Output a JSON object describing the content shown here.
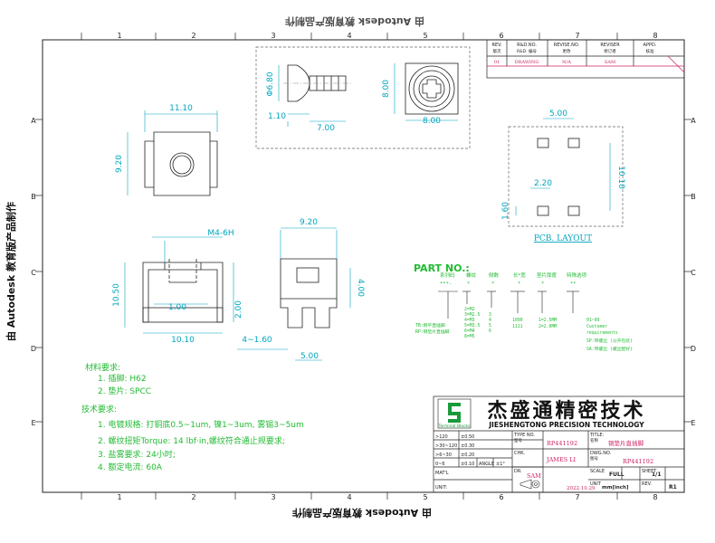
{
  "stamp": {
    "text": "由 Autodesk 教育版产品制作"
  },
  "grid": {
    "cols": [
      "1",
      "2",
      "3",
      "4",
      "5",
      "6",
      "7",
      "8"
    ],
    "rows": [
      "A",
      "B",
      "C",
      "D",
      "E"
    ]
  },
  "revision": {
    "headers": [
      {
        "en": "REV.",
        "cn": "版次"
      },
      {
        "en": "R&D.NO.",
        "cn": "R&D. 编号"
      },
      {
        "en": "REVISE.NO.",
        "cn": "更改"
      },
      {
        "en": "REVISER",
        "cn": "修订者"
      },
      {
        "en": "APPD.",
        "cn": "核准"
      }
    ],
    "row": [
      "01",
      "DRAWING",
      "N/A",
      "SAM",
      ""
    ]
  },
  "dims": {
    "top_view": {
      "width": "11.10",
      "height": "9.20"
    },
    "screw": {
      "diameter": "Φ6.80",
      "length": "7.00",
      "head": "1.10"
    },
    "square": {
      "width": "8.00",
      "height": "8.00"
    },
    "pcb": {
      "pitch_x": "5.00",
      "pitch_y": "10.10",
      "pad_x": "2.20",
      "pad_y": "1.60",
      "label": "PCB. LAYOUT"
    },
    "front": {
      "thread": "M4-6H",
      "height": "10.50",
      "inner": "1.00",
      "base": "10.10",
      "leg": "2.00"
    },
    "side": {
      "width": "9.20",
      "height": "4.00",
      "offset": "4~1.60",
      "bottom": "5.00"
    }
  },
  "part_no": {
    "title": "PART NO.:",
    "headers": [
      "系列码",
      "螺纹",
      "侧数",
      "长*宽",
      "垫片厚度",
      "特殊选项"
    ],
    "code": [
      "***-",
      "*",
      "*",
      "*",
      "*",
      "**"
    ],
    "series": [
      "TB:铜平直插脚",
      "RP:铜垫片直插脚"
    ],
    "thread": [
      "2=M2",
      "3=M2.5",
      "4=M3",
      "5=M3.5",
      "6=M4",
      "8=M5"
    ],
    "sides": [
      "3",
      "4",
      "5",
      "6"
    ],
    "size": [
      "1090",
      "1111"
    ],
    "thick": [
      "1=2.5MM",
      "2=2.0MM"
    ],
    "special": [
      "01~99",
      "Customer",
      "requirements",
      "SP:带螺丝 (分开包装)",
      "SA:带螺丝 (螺丝配好)"
    ]
  },
  "material": {
    "title": "材料要求:",
    "items": [
      "1. 插脚: H62",
      "2. 垫片: SPCC"
    ]
  },
  "tech": {
    "title": "技术要求:",
    "items": [
      "1. 电镀规格: 打铜底0.5~1um, 镍1~3um, 雾锡3~5um",
      "2. 螺纹扭矩Torque: 14 lbf·in,螺纹符合通止规要求;",
      "3. 盐雾要求: 24小时;",
      "4. 额定电流: 60A"
    ]
  },
  "title_block": {
    "company_cn": "杰盛通精密技术",
    "company_en": "JIESHENGTONG PRECISION TECHNOLOGY",
    "logo_text": "Terminal Blocks",
    "tolerances": [
      [
        ">120",
        "±0.50"
      ],
      [
        ">30~120",
        "±0.30"
      ],
      [
        ">6~30",
        "±0.20"
      ],
      [
        "0~6",
        "±0.10"
      ]
    ],
    "angle_label": "ANGLE",
    "angle_value": "±1°",
    "unit_label": "UNIT:",
    "mat_label": "MAT'L",
    "type_no_label": "TYPE NO.",
    "type_no_cn": "型号",
    "type_no": "RP441192",
    "title_label": "TITLE:",
    "title_cn": "名称",
    "title": "铜垫片直插脚",
    "chk_label": "CHK.",
    "chk": "JAMES LI",
    "dwg_label": "DWG.NO.",
    "dwg_cn": "图号",
    "dwg": "RP441192",
    "dr_label": "DR.",
    "dr": "SAM",
    "date": "2022.10.29",
    "scale_label": "SCALE",
    "scale": "FULL",
    "sheet_label": "SHEET",
    "sheet": "1/1",
    "unit2_label": "UNIT",
    "unit2": "mm[inch]",
    "rev_label": "REV.",
    "rev": "R1"
  }
}
